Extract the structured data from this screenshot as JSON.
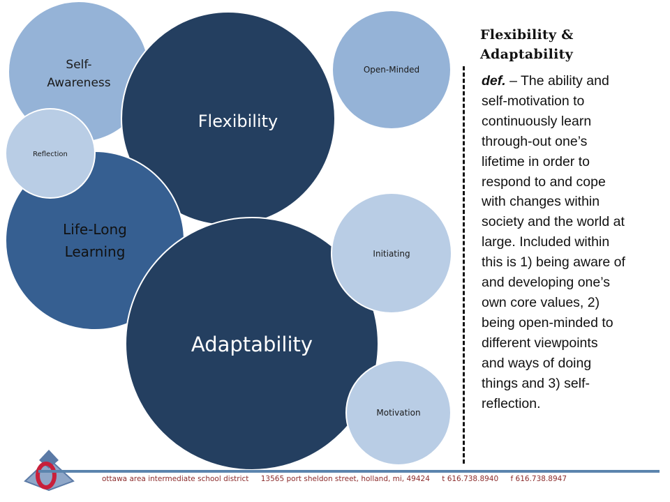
{
  "circles": {
    "self_awareness": [
      "Self-",
      "Awareness"
    ],
    "flexibility": "Flexibility",
    "open_minded": "Open-Minded",
    "reflection": "Reflection",
    "life_long_learning": [
      "Life-Long",
      "Learning"
    ],
    "adaptability": "Adaptability",
    "initiating": "Initiating",
    "motivation": "Motivation"
  },
  "colors": {
    "dark": "#243f60",
    "medium": "#365f91",
    "light": "#95b3d7",
    "lighter": "#b9cde5",
    "footer_text": "#8b2b2b",
    "footer_bar": "#5b84ad"
  },
  "sidebar": {
    "title": [
      "Flexibility &",
      "Adaptability"
    ],
    "def_label": "def.",
    "def_lines": [
      " – The ability and",
      "self-motivation to",
      "continuously learn",
      "through-out one’s",
      "lifetime in order to",
      "respond to and cope",
      "with changes within",
      "society and the world at",
      "large.  Included within",
      "this is 1) being aware of",
      "and developing one’s",
      "own core values, 2)",
      "being open-minded to",
      "different viewpoints",
      "and ways of doing",
      "things and 3) self-",
      "reflection."
    ]
  },
  "footer": {
    "org": "ottawa area intermediate school district",
    "address": "13565 port sheldon street, holland, mi, 49424",
    "phone": "t 616.738.8940",
    "fax": "f 616.738.8947"
  }
}
